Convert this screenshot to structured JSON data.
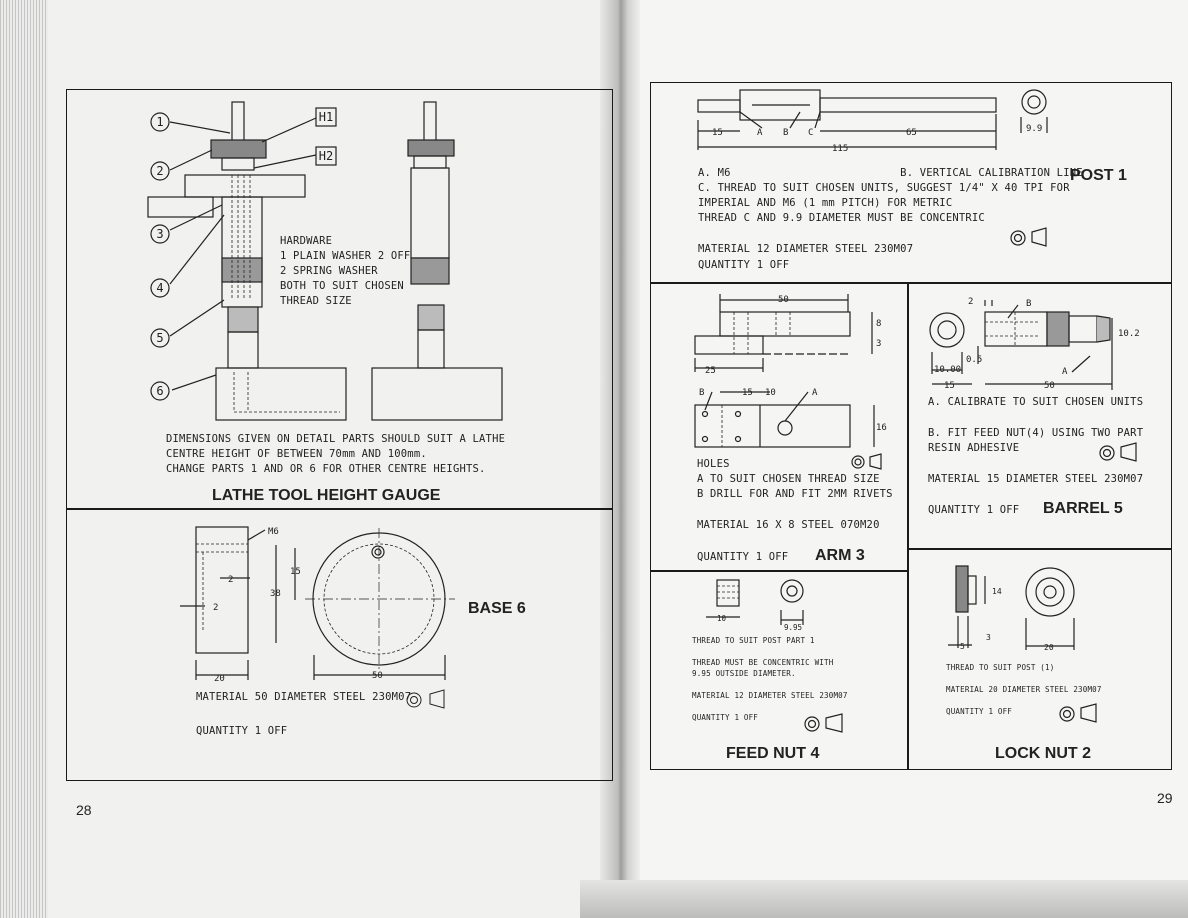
{
  "left": {
    "page_number": "28",
    "gauge": {
      "callouts": [
        "1",
        "2",
        "3",
        "4",
        "5",
        "6"
      ],
      "tags": [
        "H1",
        "H2"
      ],
      "hardware": "HARDWARE\n1 PLAIN WASHER 2 OFF\n2 SPRING WASHER\nBOTH TO SUIT CHOSEN\nTHREAD SIZE",
      "dimensions_note": "DIMENSIONS GIVEN ON DETAIL PARTS SHOULD SUIT A LATHE\nCENTRE HEIGHT OF BETWEEN 70mm AND 100mm.\nCHANGE PARTS 1 AND OR 6 FOR OTHER CENTRE HEIGHTS.",
      "title": "LATHE TOOL HEIGHT GAUGE"
    },
    "base": {
      "title": "BASE 6",
      "label_thread": "M6",
      "dims": [
        "15",
        "38",
        "2",
        "2",
        "20",
        "50"
      ],
      "material": "MATERIAL 50 DIAMETER STEEL 230M07",
      "quantity": "QUANTITY 1 OFF"
    }
  },
  "right": {
    "page_number": "29",
    "post": {
      "title": "POST 1",
      "dims": [
        "15",
        "A",
        "B",
        "C",
        "65",
        "115",
        "9.9"
      ],
      "notes": "A. M6                          B. VERTICAL CALIBRATION LINE\nC. THREAD TO SUIT CHOSEN UNITS, SUGGEST 1/4\" X 40 TPI FOR\nIMPERIAL AND M6 (1 mm PITCH) FOR METRIC\nTHREAD C AND 9.9 DIAMETER MUST BE CONCENTRIC",
      "material": "MATERIAL 12 DIAMETER STEEL 230M07",
      "quantity": "QUANTITY 1 OFF"
    },
    "arm": {
      "title": "ARM 3",
      "dims": [
        "50",
        "8",
        "3",
        "25",
        "B",
        "15",
        "10",
        "A",
        "16"
      ],
      "notes": "HOLES\nA TO SUIT CHOSEN THREAD SIZE\nB DRILL FOR AND FIT 2MM RIVETS",
      "material": "MATERIAL 16 X 8 STEEL 070M20",
      "quantity": "QUANTITY 1 OFF"
    },
    "barrel": {
      "title": "BARREL 5",
      "dims": [
        "2",
        "B",
        "10.00",
        "15",
        "50",
        "10.2",
        "0.5",
        "A"
      ],
      "note_a": "A. CALIBRATE TO SUIT CHOSEN UNITS",
      "note_b": "B. FIT FEED NUT(4) USING TWO PART\nRESIN ADHESIVE",
      "material": "MATERIAL 15 DIAMETER STEEL 230M07",
      "quantity": "QUANTITY 1 OFF"
    },
    "feednut": {
      "title": "FEED NUT 4",
      "dims": [
        "10",
        "9.95"
      ],
      "notes": "THREAD TO SUIT POST PART 1\n\nTHREAD MUST BE CONCENTRIC WITH\n9.95 OUTSIDE DIAMETER.\n\nMATERIAL 12 DIAMETER STEEL 230M07\n\nQUANTITY 1 OFF"
    },
    "locknut": {
      "title": "LOCK NUT 2",
      "dims": [
        "14",
        "3",
        "5",
        "20"
      ],
      "notes": "THREAD TO SUIT POST (1)\n\nMATERIAL 20 DIAMETER STEEL 230M07\n\nQUANTITY 1 OFF"
    }
  }
}
